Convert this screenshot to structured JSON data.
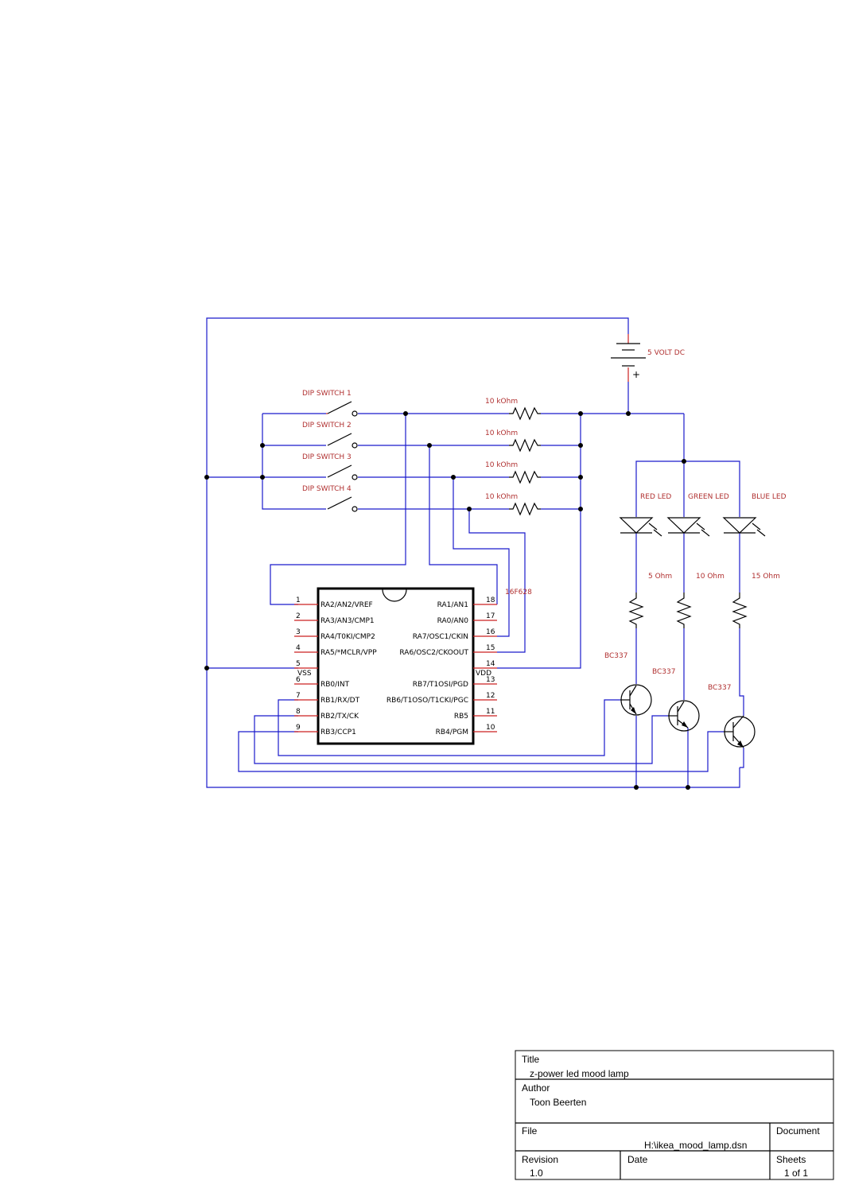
{
  "supply": {
    "label": "5 VOLT DC",
    "plus": "+"
  },
  "switches": [
    "DIP SWITCH 1",
    "DIP SWITCH 2",
    "DIP SWITCH 3",
    "DIP SWITCH 4"
  ],
  "pullups": [
    "10 kOhm",
    "10 kOhm",
    "10 kOhm",
    "10 kOhm"
  ],
  "leds": [
    "RED LED",
    "GREEN LED",
    "BLUE LED"
  ],
  "led_resistors": [
    "5 Ohm",
    "10 Ohm",
    "15 Ohm"
  ],
  "transistors": [
    "BC337",
    "BC337",
    "BC337"
  ],
  "ic": {
    "part": "16F628",
    "left_pins": [
      {
        "num": "1",
        "name": "RA2/AN2/VREF"
      },
      {
        "num": "2",
        "name": "RA3/AN3/CMP1"
      },
      {
        "num": "3",
        "name": "RA4/T0KI/CMP2"
      },
      {
        "num": "4",
        "name": "RA5/*MCLR/VPP"
      },
      {
        "num": "5",
        "name": "VSS"
      },
      {
        "num": "6",
        "name": "RB0/INT"
      },
      {
        "num": "7",
        "name": "RB1/RX/DT"
      },
      {
        "num": "8",
        "name": "RB2/TX/CK"
      },
      {
        "num": "9",
        "name": "RB3/CCP1"
      }
    ],
    "right_pins": [
      {
        "num": "18",
        "name": "RA1/AN1"
      },
      {
        "num": "17",
        "name": "RA0/AN0"
      },
      {
        "num": "16",
        "name": "RA7/OSC1/CKIN"
      },
      {
        "num": "15",
        "name": "RA6/OSC2/CKOOUT"
      },
      {
        "num": "14",
        "name": "VDD"
      },
      {
        "num": "13",
        "name": "RB7/T1OSI/PGD"
      },
      {
        "num": "12",
        "name": "RB6/T1OSO/T1CKI/PGC"
      },
      {
        "num": "11",
        "name": "RB5"
      },
      {
        "num": "10",
        "name": "RB4/PGM"
      }
    ]
  },
  "title_block": {
    "title_label": "Title",
    "title": "z-power led mood lamp",
    "author_label": "Author",
    "author": "Toon Beerten",
    "file_label": "File",
    "file": "H:\\ikea_mood_lamp.dsn",
    "document_label": "Document",
    "revision_label": "Revision",
    "revision": "1.0",
    "date_label": "Date",
    "sheets_label": "Sheets",
    "sheets": "1 of 1"
  }
}
